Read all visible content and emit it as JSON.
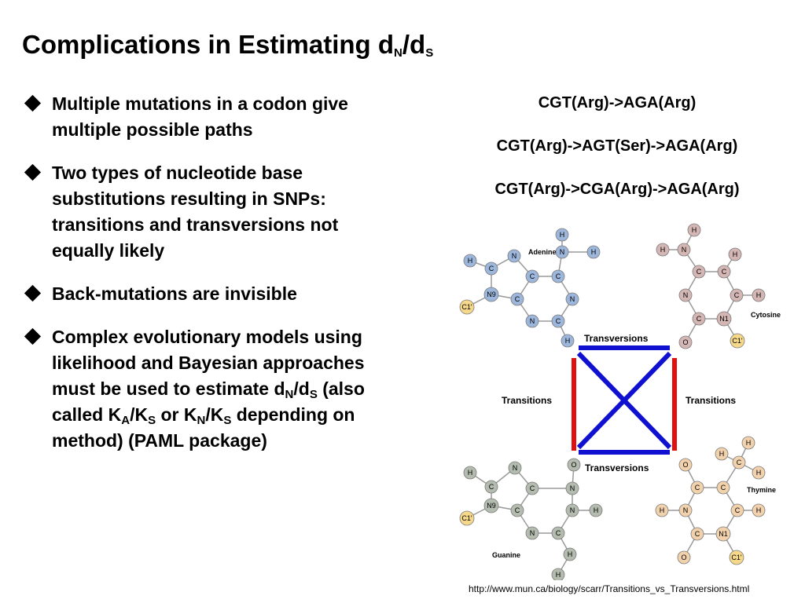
{
  "title": {
    "prefix": "Complications in Estimating d",
    "sub1": "N",
    "sep": "/d",
    "sub2": "S"
  },
  "bullets": [
    {
      "text": "Multiple mutations in a codon give multiple possible paths"
    },
    {
      "text": "Two types of nucleotide base substitutions resulting in SNPs: transitions and transversions not equally likely"
    },
    {
      "text": "Back-mutations are invisible"
    },
    {
      "parts": {
        "t1": "Complex evolutionary models using likelihood and Bayesian approaches must be used to estimate d",
        "s1": "N",
        "t2": "/d",
        "s2": "S",
        "t3": " (also called K",
        "s3": "A",
        "t4": "/K",
        "s4": "S",
        "t5": " or K",
        "s5": "N",
        "t6": "/K",
        "s6": "S",
        "t7": " depending on method) (PAML package)"
      }
    }
  ],
  "paths": [
    "CGT(Arg)->AGA(Arg)",
    "CGT(Arg)->AGT(Ser)->AGA(Arg)",
    "CGT(Arg)->CGA(Arg)->AGA(Arg)"
  ],
  "diagram": {
    "labels": {
      "transversions_top": "Transversions",
      "transversions_bottom": "Transversions",
      "transitions_left": "Transitions",
      "transitions_right": "Transitions"
    },
    "colors": {
      "transversion": "#1010d0",
      "transition": "#e01010",
      "adenine": "#9db6dc",
      "guanine": "#b4bcb0",
      "cytosine": "#d4b6b4",
      "thymine": "#f2d2ad",
      "c1": "#f5d88a"
    },
    "molecules": {
      "adenine": {
        "name": "Adenine",
        "atoms": [
          "H",
          "N",
          "H",
          "H",
          "C",
          "N",
          "C",
          "C",
          "N9",
          "C",
          "N",
          "C1'",
          "N",
          "C",
          "H"
        ]
      },
      "cytosine": {
        "name": "Cytosine",
        "atoms": [
          "H",
          "H",
          "N",
          "H",
          "C",
          "C",
          "N",
          "C",
          "H",
          "C",
          "N1",
          "O",
          "C1'"
        ]
      },
      "guanine": {
        "name": "Guanine",
        "atoms": [
          "H",
          "C",
          "N",
          "C",
          "O",
          "N9",
          "C",
          "N",
          "H",
          "C1'",
          "N",
          "C",
          "N",
          "H",
          "H"
        ]
      },
      "thymine": {
        "name": "Thymine",
        "atoms": [
          "H",
          "C",
          "H",
          "H",
          "O",
          "C",
          "C",
          "H",
          "N",
          "C",
          "H",
          "C",
          "N1",
          "O",
          "C1'"
        ]
      }
    }
  },
  "source_url": "http://www.mun.ca/biology/scarr/Transitions_vs_Transversions.html"
}
